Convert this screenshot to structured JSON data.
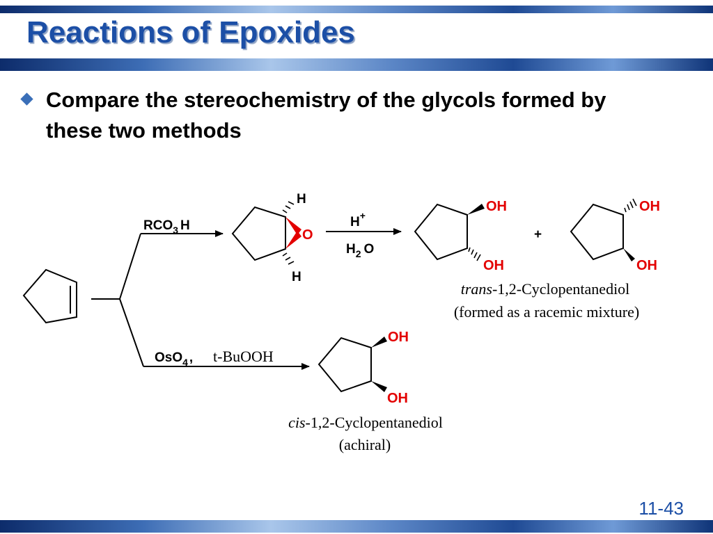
{
  "slide": {
    "title": "Reactions of Epoxides",
    "bullet": "Compare the stereochemistry of the glycols formed by these two methods",
    "page_number": "11-43"
  },
  "upper_path": {
    "reagent_main": "RCO",
    "reagent_sub": "3",
    "reagent_tail": "H",
    "epoxide_h_top": "H",
    "epoxide_o": "O",
    "epoxide_h_bottom": "H",
    "step2_top_main": "H",
    "step2_top_sup": "+",
    "step2_bottom_main": "H",
    "step2_bottom_sub": "2",
    "step2_bottom_tail": "O",
    "product1_oh_top": "OH",
    "product1_oh_bottom": "OH",
    "plus_sign": "+",
    "product2_oh_top": "OH",
    "product2_oh_bottom": "OH",
    "caption_italic": "trans",
    "caption_rest": "-1,2-Cyclopentanediol",
    "caption_line2": "(formed as a racemic mixture)"
  },
  "lower_path": {
    "reagent_main": "OsO",
    "reagent_sub": "4",
    "reagent_comma": ",",
    "reagent_extra": "t-BuOOH",
    "product_oh_top": "OH",
    "product_oh_bottom": "OH",
    "caption_italic": "cis",
    "caption_rest": "-1,2-Cyclopentanediol",
    "caption_line2": "(achiral)"
  },
  "colors": {
    "title": "#1c4fa6",
    "bond": "#000000",
    "oxygen": "#e30000"
  }
}
